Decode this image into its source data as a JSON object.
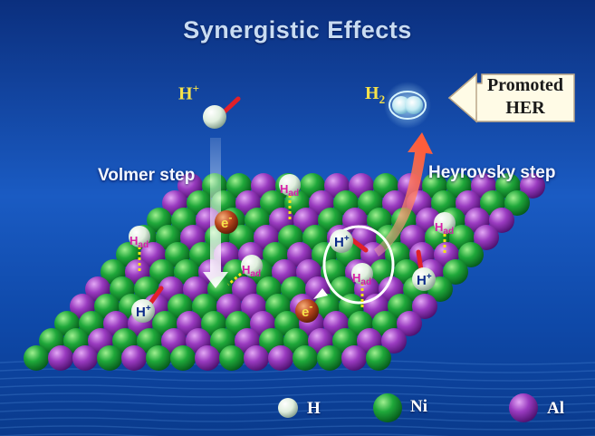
{
  "title": "Synergistic Effects",
  "steps": {
    "volmer": "Volmer step",
    "heyrovsky": "Heyrovsky step"
  },
  "species": {
    "proton": "H",
    "proton_charge": "+",
    "adsorbed_h": "H",
    "adsorbed_sub": "ad",
    "electron": "e",
    "electron_charge": "-",
    "h2": "H",
    "h2_sub": "2"
  },
  "callout": {
    "line1": "Promoted",
    "line2": "HER"
  },
  "legend": [
    {
      "label": "H",
      "color": "#dfeedd"
    },
    {
      "label": "Ni",
      "color": "#1fa83a"
    },
    {
      "label": "Al",
      "color": "#9a3bc0"
    }
  ],
  "colors": {
    "background": "#0a3a8c",
    "ni_atom": "#1fa83a",
    "al_atom": "#9a3bc0",
    "h_atom": "#dfeedd",
    "electron": "#b8461c",
    "adsorbed_label": "#d61fa8",
    "bond_dots": "#f5e316",
    "proton_stick": "#e0202a",
    "label_yellow": "#f6e24a"
  }
}
